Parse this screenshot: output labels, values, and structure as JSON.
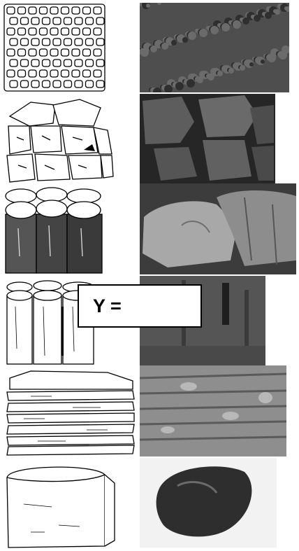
{
  "label": {
    "text": "Y ="
  },
  "rows": [
    {
      "structure": "granular"
    },
    {
      "structure": "blocky"
    },
    {
      "structure": "columnar"
    },
    {
      "structure": "prismatic"
    },
    {
      "structure": "platy"
    },
    {
      "structure": "massive"
    }
  ]
}
